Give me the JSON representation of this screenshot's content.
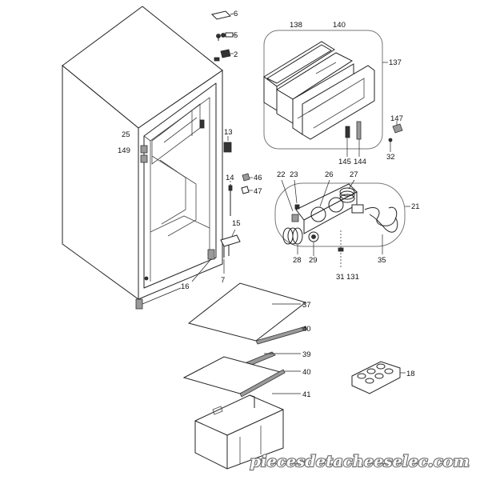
{
  "callouts": {
    "c6": "6",
    "c5": "5",
    "c2": "2",
    "c138": "138",
    "c140": "140",
    "c137": "137",
    "c147": "147",
    "c32": "32",
    "c145": "145",
    "c144": "144",
    "c13": "13",
    "c25": "25",
    "c149": "149",
    "c14": "14",
    "c46": "46",
    "c47": "47",
    "c15": "15",
    "c16": "16",
    "c7": "7",
    "c22": "22",
    "c23": "23",
    "c26": "26",
    "c27": "27",
    "c21": "21",
    "c28": "28",
    "c29": "29",
    "c31": "31",
    "c131": "131",
    "c35": "35",
    "c37": "37",
    "c40a": "40",
    "c39": "39",
    "c40b": "40",
    "c41": "41",
    "c18": "18"
  },
  "watermark": "piecesdetacheeselec.com"
}
